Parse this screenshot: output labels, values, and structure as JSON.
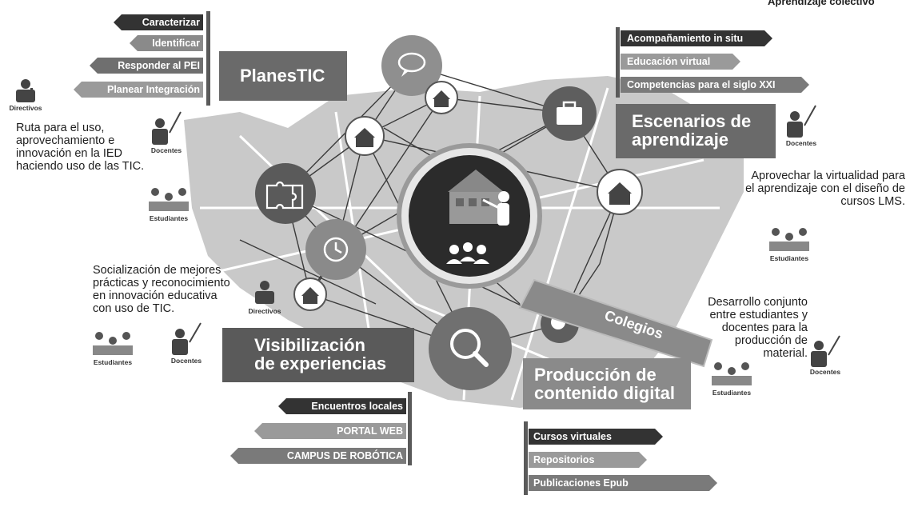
{
  "header": {
    "top_right_text": "Aprendizaje colectivo"
  },
  "sections": {
    "planestic": {
      "title": "PlanesTIC",
      "tags": [
        "Caracterizar",
        "Identificar",
        "Responder al PEI",
        "Planear Integración"
      ],
      "description": "Ruta para el uso, aprovechamiento e innovación en la IED haciendo uso de las TIC."
    },
    "escenarios": {
      "title_line1": "Escenarios de",
      "title_line2": "aprendizaje",
      "tags": [
        "Acompañamiento in situ",
        "Educación virtual",
        "Competencias para el siglo XXI"
      ],
      "description": "Aprovechar la virtualidad para el aprendizaje con el diseño de cursos LMS."
    },
    "visibilizacion": {
      "title_line1": "Visibilización",
      "title_line2": "de experiencias",
      "tags": [
        "Encuentros locales",
        "PORTAL WEB",
        "CAMPUS DE ROBÓTICA"
      ],
      "description": "Socialización de mejores prácticas y reconocimiento en innovación educativa con uso de TIC."
    },
    "produccion": {
      "title_line1": "Producción de",
      "title_line2": "contenido digital",
      "tags": [
        "Cursos virtuales",
        "Repositorios",
        "Publicaciones Epub"
      ],
      "description": "Desarrollo conjunto entre estudiantes y docentes para la producción de material."
    }
  },
  "center": {
    "handle_label": "Colegios"
  },
  "roles": {
    "directivos": "Directivos",
    "docentes": "Docentes",
    "estudiantes": "Estudiantes"
  },
  "icons": [
    "chat-bubble-icon",
    "school-icon",
    "briefcase-icon",
    "puzzle-icon",
    "clock-icon",
    "magnifier-icon",
    "brain-gear-icon",
    "teacher-classroom-icon"
  ]
}
